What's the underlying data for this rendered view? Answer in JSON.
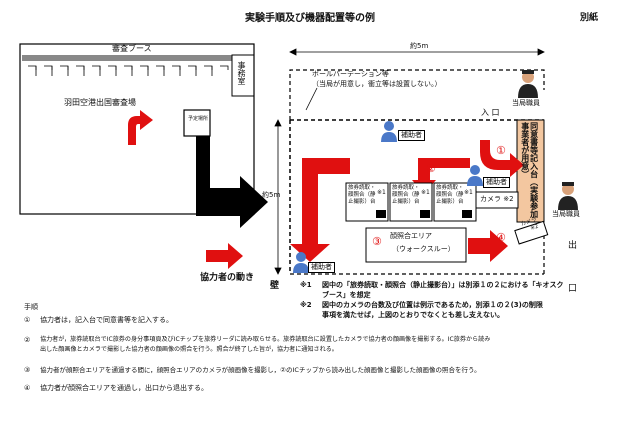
{
  "title": "実験手順及び機器配置等の例",
  "annex": "別紙",
  "left_area": {
    "booth": "審査ブース",
    "office": "事務室",
    "hall": "羽田空港出国審査場",
    "planned_site": "予定場所"
  },
  "dimensions": {
    "width": "約5m",
    "height": "約5m"
  },
  "partition_note": [
    "ポールパーテーション等",
    "（当局が用意し，衝立等は設置しない。）"
  ],
  "entrance": "入 口",
  "exit": "出 口",
  "staff_label": "当局職員",
  "assistant": "補助者",
  "notice_board": "同意書等記入台（実験参加事業者が用意）",
  "desks": [
    "旅券読取・顔照合（静止撮影）台",
    "旅券読取・顔照合（静止撮影）台",
    "旅券読取・顔照合（静止撮影）台"
  ],
  "desk_mark": "※1",
  "camera": "カメラ ※2",
  "face_area": {
    "num": "③",
    "line1": "顔照合エリア",
    "line2": "（ウォークスルー）"
  },
  "kiosk_camera": {
    "line1": "カメラ",
    "line2": "※2"
  },
  "wall": "壁",
  "markers": {
    "m1": "①",
    "m2": "②",
    "m3": "③",
    "m4": "④"
  },
  "flow_label": "協力者の動き",
  "notes": [
    {
      "mark": "※1",
      "text": "図中の「旅券読取・顔照合（静止撮影台）」は別添１の２における「キオスク"
    },
    {
      "mark": "",
      "text": "ブース」を想定"
    },
    {
      "mark": "※2",
      "text": "図中のカメラの台数及び位置は例示であるため，別添１の２(3)の制限"
    },
    {
      "mark": "",
      "text": "事項を満たせば，上図のとおりでなくとも差し支えない。"
    }
  ],
  "procedure_heading": "手順",
  "steps": [
    {
      "n": "①",
      "lines": [
        "協力者は，記入台で同意書等を記入する。"
      ]
    },
    {
      "n": "②",
      "lines": [
        "協力者が，旅券読取台でIC旅券の身分事項頁及びICチップを旅券リーダに読み取らせる。旅券読取台に設置したカメラで協力者の顔画像を撮影する。IC旅券から読み",
        "出した顔画像とカメラで撮影した協力者の顔画像の照合を行う。照合が終了した旨が，協力者に通知される。"
      ]
    },
    {
      "n": "③",
      "lines": [
        "協力者が顔照合エリアを通過する間に，顔照合エリアのカメラが顔画像を撮影し，②のICチップから読み出した顔画像と撮影した顔画像の照合を行う。"
      ]
    },
    {
      "n": "④",
      "lines": [
        "協力者が顔照合エリアを通過し，出口から退出する。"
      ]
    }
  ]
}
